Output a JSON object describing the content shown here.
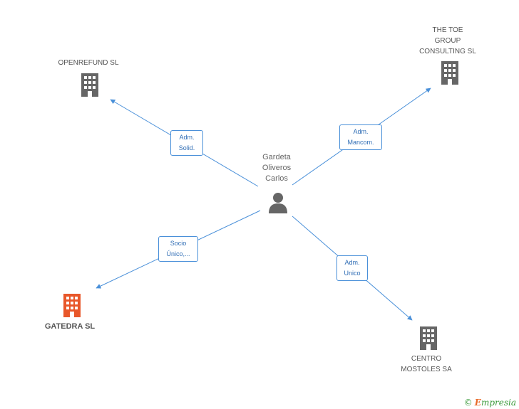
{
  "center": {
    "name_lines": [
      "Gardeta",
      "Oliveros",
      "Carlos"
    ],
    "icon": "person-icon"
  },
  "nodes": [
    {
      "id": "openrefund",
      "lines": [
        "OPENREFUND SL"
      ],
      "icon": "building-icon",
      "color": "#666666"
    },
    {
      "id": "thetoe",
      "lines": [
        "THE TOE",
        "GROUP",
        "CONSULTING SL"
      ],
      "icon": "building-icon",
      "color": "#666666"
    },
    {
      "id": "gatedra",
      "lines": [
        "GATEDRA SL"
      ],
      "icon": "building-icon",
      "color": "#e8572a"
    },
    {
      "id": "centro",
      "lines": [
        "CENTRO",
        "MOSTOLES SA"
      ],
      "icon": "building-icon",
      "color": "#666666"
    }
  ],
  "edges": [
    {
      "to": "openrefund",
      "lines": [
        "Adm.",
        "Solid."
      ]
    },
    {
      "to": "thetoe",
      "lines": [
        "Adm.",
        "Mancom."
      ]
    },
    {
      "to": "gatedra",
      "lines": [
        "Socio",
        "Único,..."
      ]
    },
    {
      "to": "centro",
      "lines": [
        "Adm.",
        "Unico"
      ]
    }
  ],
  "brand": {
    "copyright": "©",
    "initial": "E",
    "rest": "mpresia"
  },
  "colors": {
    "edge": "#4a90d9",
    "highlight": "#e8572a",
    "building": "#666666",
    "person": "#666666"
  }
}
